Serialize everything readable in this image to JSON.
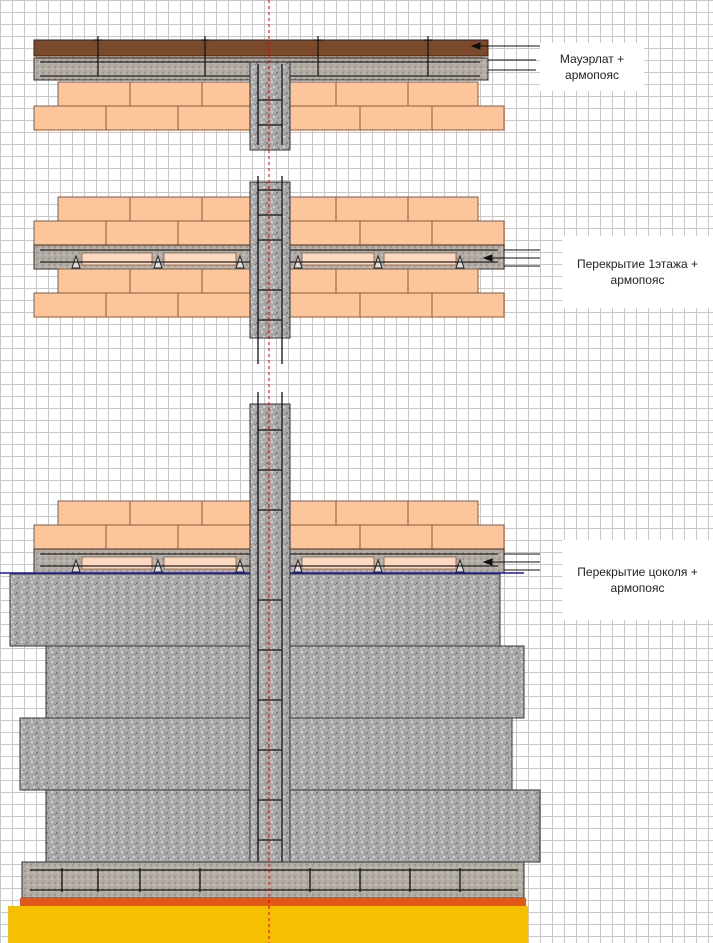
{
  "labels": {
    "mauerlat": "Мауэрлат +\nармопояс",
    "floor1": "Перекрытие 1этажа +\nармопояс",
    "plinth": "Перекрытие цоколя +\nармопояс"
  },
  "colors": {
    "brick": "#fcc59a",
    "brick_mortar": "#8a5a3c",
    "concrete": "#a9a9a9",
    "timber": "#7a4a2a",
    "waterproofing": "#e2581a",
    "sand": "#f5c000",
    "axis": "#e00000",
    "level_line": "#1a1aa0",
    "grid": "#c8c8c8"
  }
}
